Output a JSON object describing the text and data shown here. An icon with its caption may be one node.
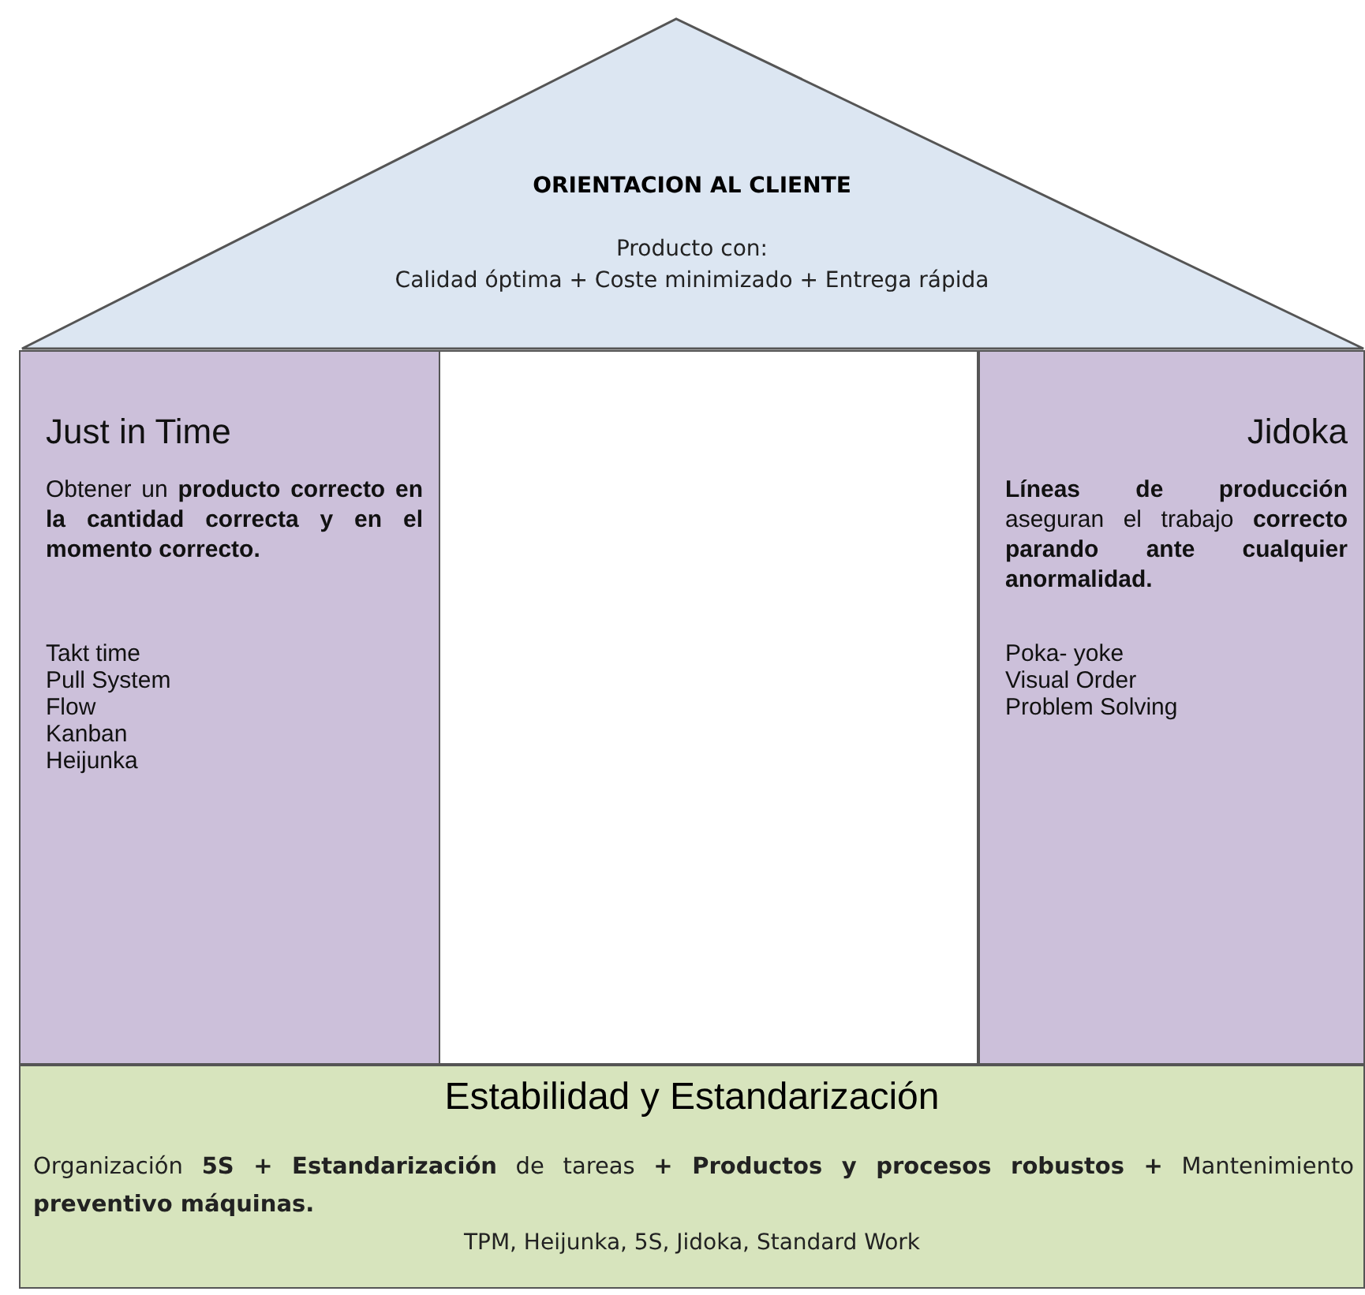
{
  "diagram": {
    "nodes": [
      {
        "text": [
          "ORIENTACION AL CLIENTE",
          "Producto con:",
          "Calidad óptima + Coste minimizado + Entrega rápida"
        ]
      },
      {
        "text": [
          "Just in Time",
          "Obtener un **producto correcto en la cantidad correcta y en el momento correcto.**",
          "Takt time",
          "Pull System",
          "Flow",
          "Kanban",
          "Heijunka"
        ]
      },
      {
        "text": [
          "Jidoka",
          "**Líneas de producción** aseguran el trabajo **correcto parando ante cualquier anormalidad.**",
          "Poka- yoke",
          "Visual Order",
          "Problem Solving"
        ]
      },
      {
        "text": [
          "Estabilidad y Estandarización",
          "Organización **5S + Estandarización** de tareas **+ Productos y procesos robustos +** Mantenimiento **preventivo máquinas.**",
          "TPM, Heijunka, 5S, Jidoka, Standard Work"
        ]
      }
    ],
    "edges": []
  }
}
